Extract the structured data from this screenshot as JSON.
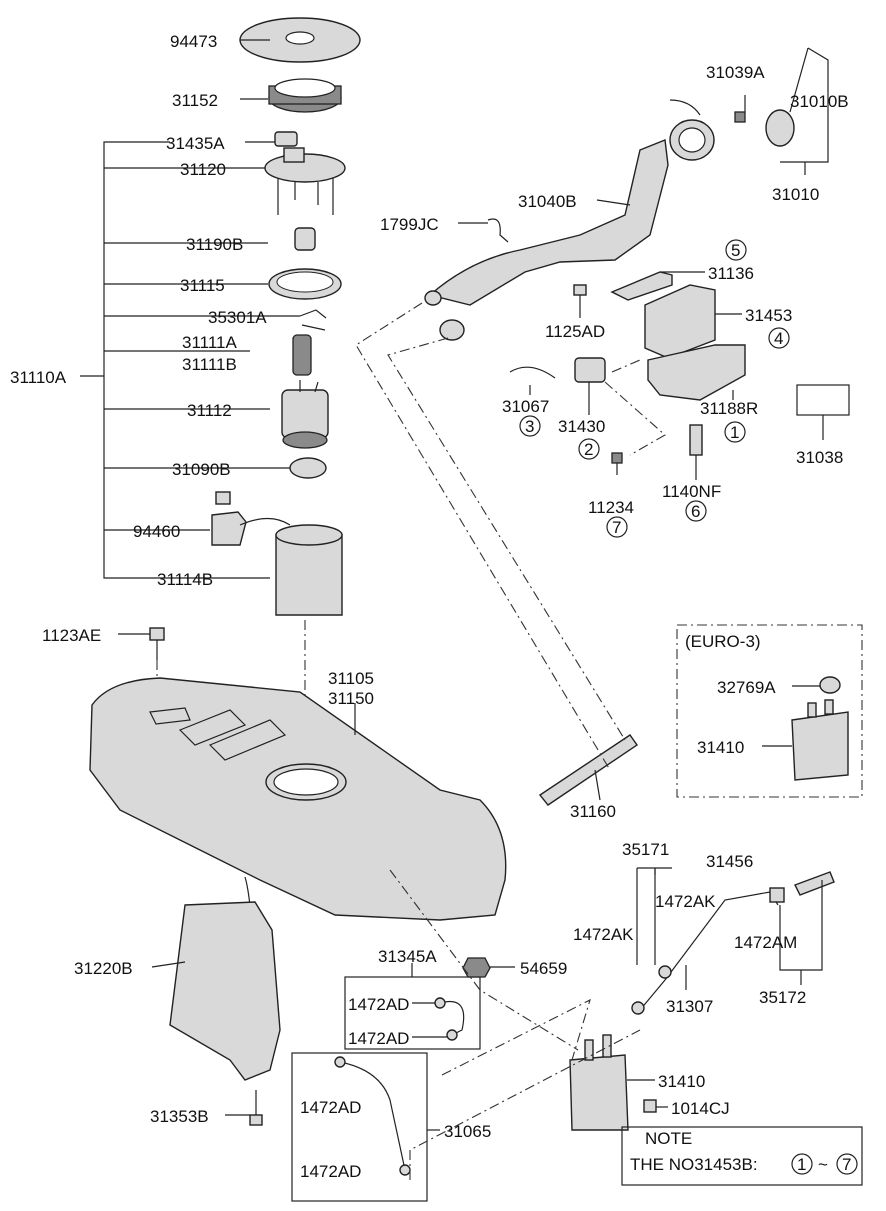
{
  "labels": {
    "p94473": "94473",
    "p31152": "31152",
    "p31435A": "31435A",
    "p31120": "31120",
    "p31190B": "31190B",
    "p31115": "31115",
    "p35301A": "35301A",
    "p31111A": "31111A",
    "p31111B": "31111B",
    "p31110A": "31110A",
    "p31112": "31112",
    "p31090B": "31090B",
    "p94460": "94460",
    "p31114B": "31114B",
    "p1123AE": "1123AE",
    "p31105": "31105",
    "p31150": "31150",
    "p31160": "31160",
    "p31220B": "31220B",
    "p31345A": "31345A",
    "p54659": "54659",
    "p1472AD_a": "1472AD",
    "p1472AD_b": "1472AD",
    "p1472AD_c": "1472AD",
    "p1472AD_d": "1472AD",
    "p31065": "31065",
    "p31353B": "31353B",
    "p31039A": "31039A",
    "p31010B": "31010B",
    "p31010": "31010",
    "p31040B": "31040B",
    "p1799JC": "1799JC",
    "p31136": "31136",
    "p1125AD": "1125AD",
    "p31453": "31453",
    "p31067": "31067",
    "p31430": "31430",
    "p31188R": "31188R",
    "p31038": "31038",
    "p11234": "11234",
    "p1140NF": "1140NF",
    "p32769A": "32769A",
    "p31410_euro": "31410",
    "euro": "(EURO-3)",
    "p35171": "35171",
    "p31456": "31456",
    "p1472AK_a": "1472AK",
    "p1472AK_b": "1472AK",
    "p1472AM": "1472AM",
    "p31307": "31307",
    "p35172": "35172",
    "p31410": "31410",
    "p1014CJ": "1014CJ",
    "note_title": "NOTE",
    "note_text": "THE NO31453B:",
    "note_tilde": "~"
  },
  "circled": {
    "c5": "5",
    "c4": "4",
    "c3": "3",
    "c2": "2",
    "c1": "1",
    "c7": "7",
    "c6": "6",
    "note_from": "1",
    "note_to": "7"
  }
}
